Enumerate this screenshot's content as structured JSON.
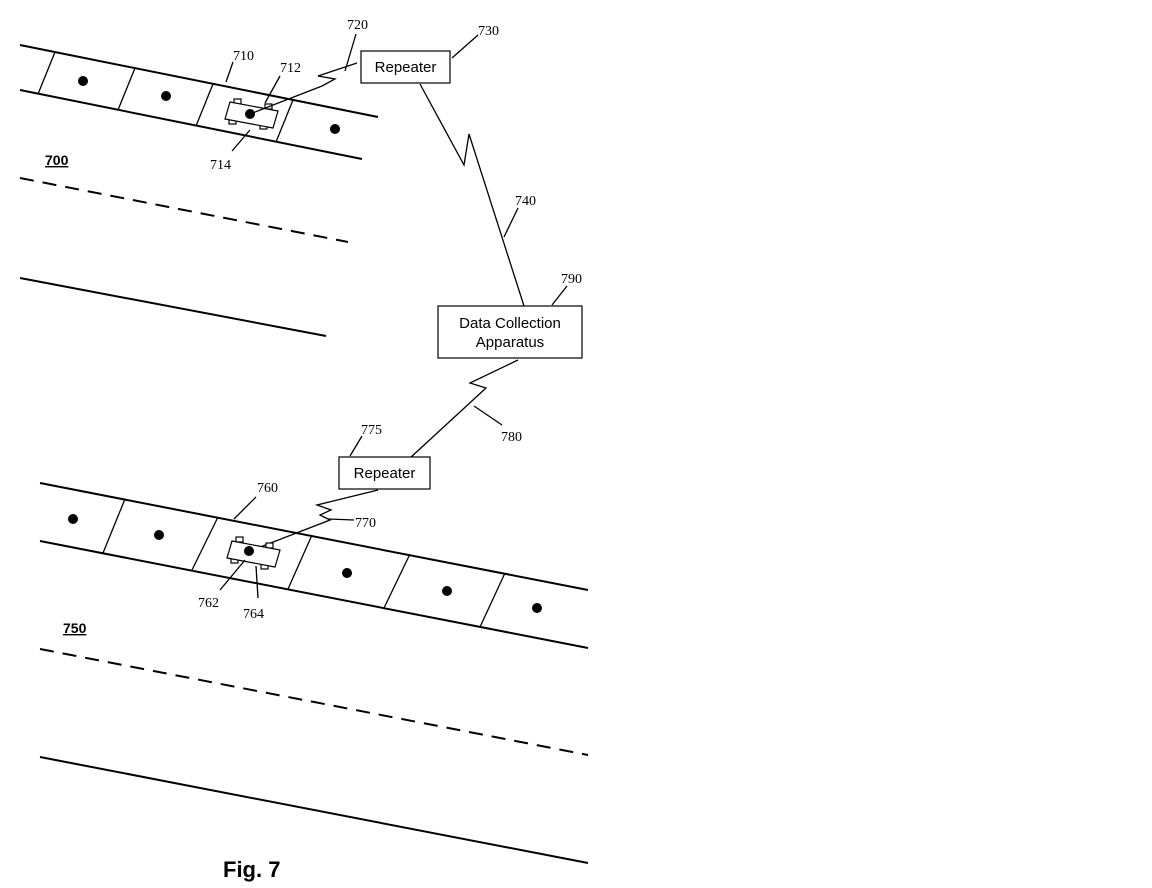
{
  "figure": {
    "caption": "Fig. 7",
    "roadway_top": {
      "ref": "700"
    },
    "roadway_bottom": {
      "ref": "750"
    },
    "refs": {
      "r710": "710",
      "r712": "712",
      "r714": "714",
      "r720": "720",
      "r730": "730",
      "r740": "740",
      "r790": "790",
      "r760": "760",
      "r762": "762",
      "r764": "764",
      "r770": "770",
      "r775": "775",
      "r780": "780"
    },
    "boxes": {
      "repeater_top": "Repeater",
      "repeater_bottom": "Repeater",
      "data_collection_line1": "Data Collection",
      "data_collection_line2": "Apparatus"
    }
  }
}
